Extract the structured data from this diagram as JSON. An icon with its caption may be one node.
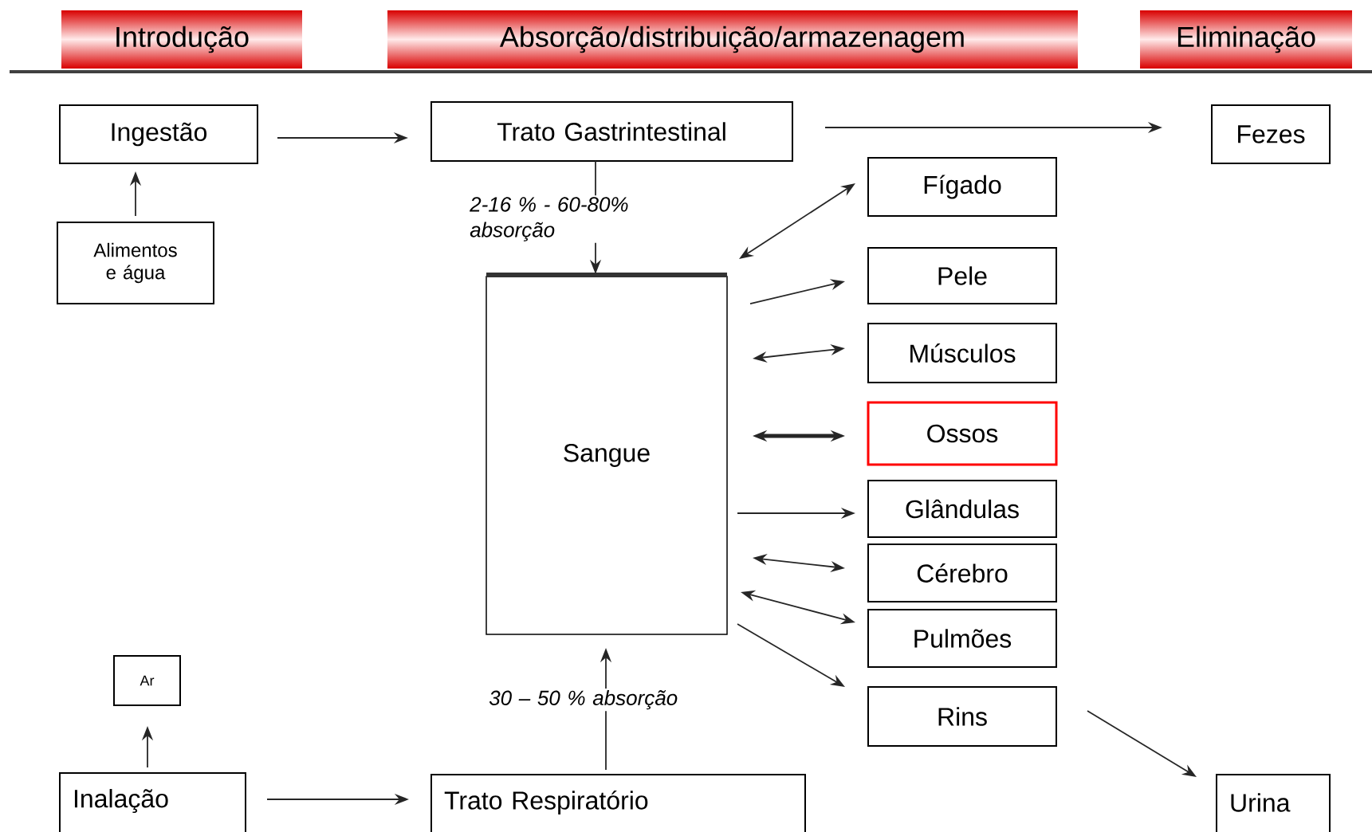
{
  "diagram": {
    "nodes": [
      {
        "text": [
          "Introdução"
        ]
      },
      {
        "text": [
          "Absorção/distribuição/armazenagem"
        ]
      },
      {
        "text": [
          "Eliminação"
        ]
      },
      {
        "text": [
          "Ingestão"
        ]
      },
      {
        "text": [
          "Trato Gastrintestinal"
        ]
      },
      {
        "text": [
          "Fezes"
        ]
      },
      {
        "text": [
          "Fígado"
        ]
      },
      {
        "text": [
          "Alimentos e água"
        ]
      },
      {
        "text": [
          "Pele"
        ]
      },
      {
        "text": [
          "Sangue"
        ]
      },
      {
        "text": [
          "Músculos"
        ]
      },
      {
        "text": [
          "Ossos"
        ]
      },
      {
        "text": [
          "Glândulas"
        ]
      },
      {
        "text": [
          "Cérebro"
        ]
      },
      {
        "text": [
          "Pulmões"
        ]
      },
      {
        "text": [
          "Ar"
        ]
      },
      {
        "text": [
          "Rins"
        ]
      },
      {
        "text": [
          "Inalação"
        ]
      },
      {
        "text": [
          "Trato Respiratório"
        ]
      },
      {
        "text": [
          "Urina"
        ]
      }
    ],
    "edges": [
      {
        "from": 3,
        "to": 4,
        "arrow": "to"
      },
      {
        "from": 4,
        "to": 5,
        "arrow": "to"
      },
      {
        "from": 7,
        "to": 3,
        "arrow": "to"
      },
      {
        "from": 4,
        "to": 9,
        "arrow": "to",
        "label": "2-16 % - 60-80% absorção"
      },
      {
        "from": 9,
        "to": 6,
        "arrow": "both"
      },
      {
        "from": 9,
        "to": 8,
        "arrow": "to"
      },
      {
        "from": 9,
        "to": 10,
        "arrow": "both"
      },
      {
        "from": 9,
        "to": 11,
        "arrow": "both",
        "style": "thick"
      },
      {
        "from": 9,
        "to": 12,
        "arrow": "to"
      },
      {
        "from": 9,
        "to": 13,
        "arrow": "both"
      },
      {
        "from": 9,
        "to": 14,
        "arrow": "both"
      },
      {
        "from": 9,
        "to": 16,
        "arrow": "to"
      },
      {
        "from": 16,
        "to": 19,
        "arrow": "to"
      },
      {
        "from": 17,
        "to": 15,
        "arrow": "to"
      },
      {
        "from": 17,
        "to": 18,
        "arrow": "to"
      },
      {
        "from": 18,
        "to": 9,
        "arrow": "to",
        "label": "30 – 50 % absorção"
      }
    ]
  }
}
